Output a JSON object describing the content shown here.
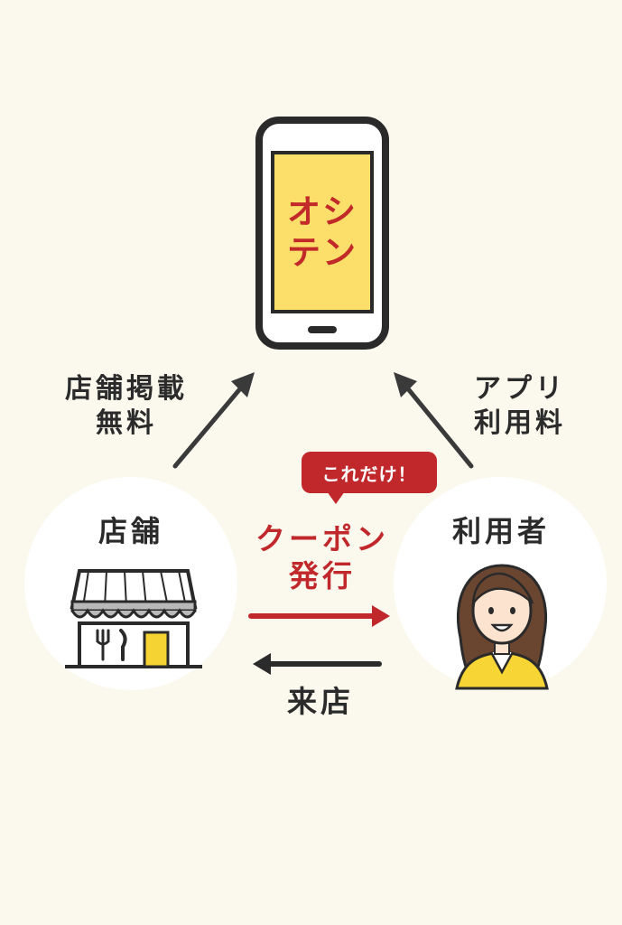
{
  "app": {
    "name_line1": "オシ",
    "name_line2": "テン"
  },
  "left_top_label": {
    "line1": "店舗掲載",
    "line2": "無料"
  },
  "right_top_label": {
    "line1": "アプリ",
    "line2": "利用料"
  },
  "store": {
    "label": "店舗"
  },
  "user": {
    "label": "利用者"
  },
  "badge": {
    "text": "これだけ！"
  },
  "coupon": {
    "line1": "クーポン",
    "line2": "発行"
  },
  "visit": {
    "label": "来店"
  },
  "colors": {
    "background": "#fbf8ee",
    "accent_red": "#c0282b",
    "phone_screen": "#fbdf6a",
    "dark": "#2b2b2b"
  }
}
